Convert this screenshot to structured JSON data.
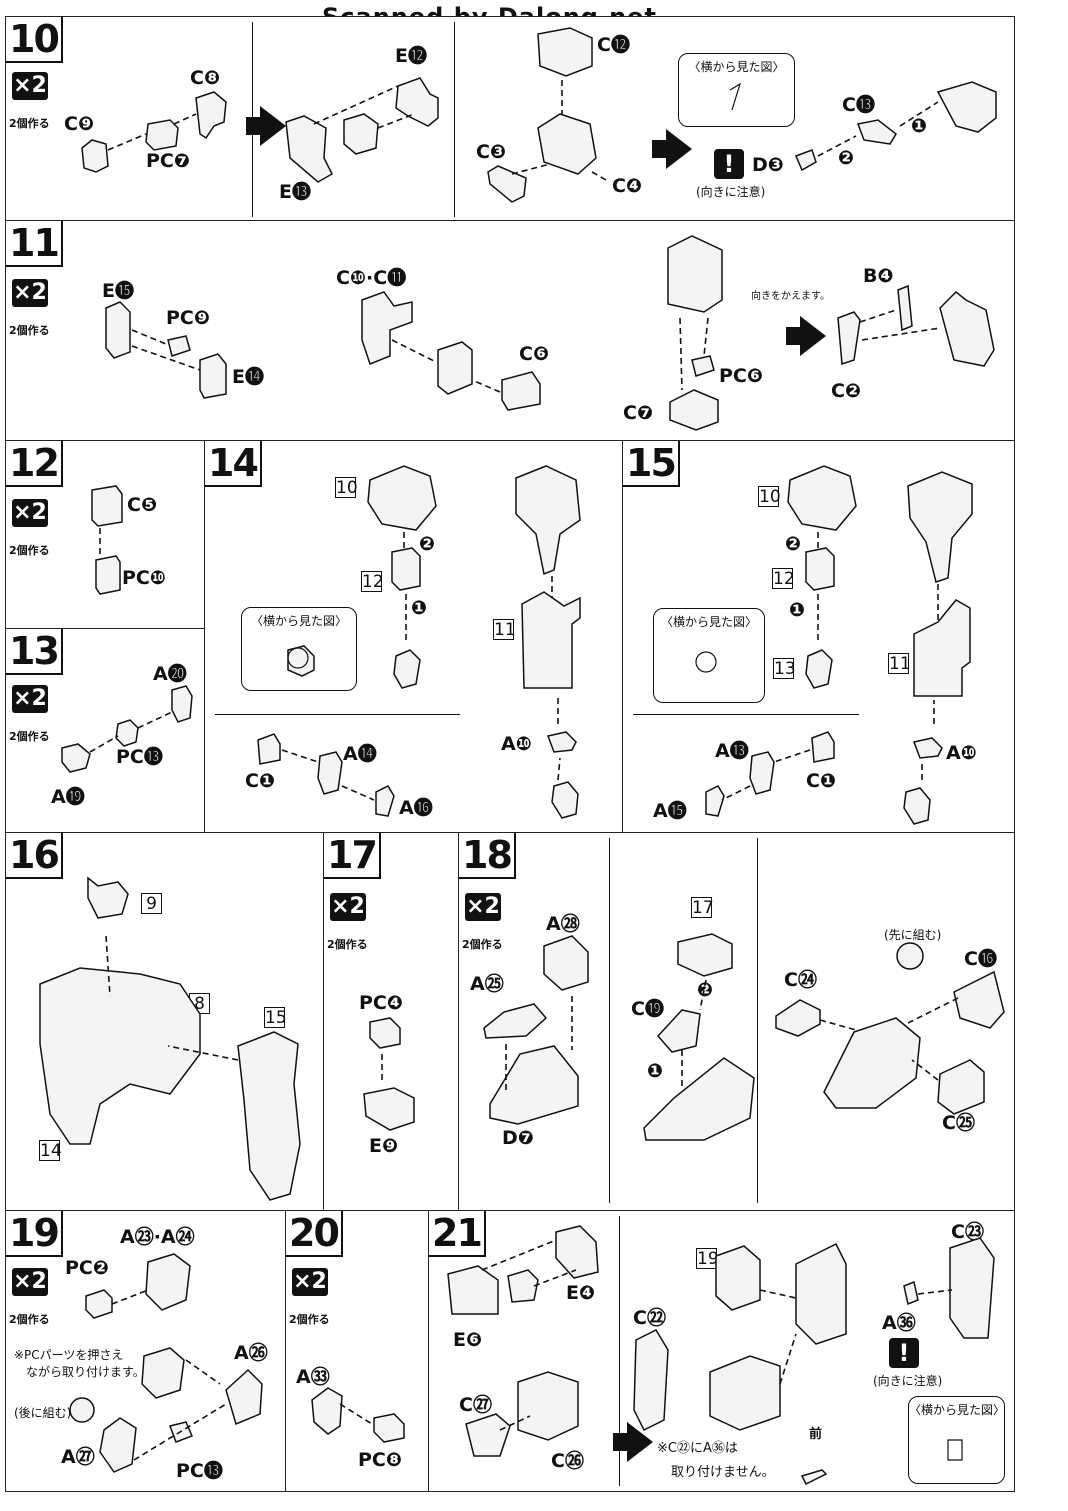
{
  "watermark": "Scanned by Dalong.net",
  "common": {
    "x2": "×2",
    "make_two": "2個作る"
  },
  "steps": {
    "s10": {
      "num": "10",
      "labels": [
        "C❽",
        "C❾",
        "PC❼",
        "E⓬",
        "E⓭",
        "C⓬",
        "C❸",
        "C❹",
        "C⓭",
        "D❸"
      ],
      "bubble": "〈横から見た図〉",
      "caution": "(向きに注意)",
      "order": [
        "❶",
        "❷"
      ]
    },
    "s11": {
      "num": "11",
      "labels": [
        "E⓯",
        "PC❾",
        "E⓮",
        "C❿·C⓫",
        "C❻",
        "PC❻",
        "C❼",
        "B❹",
        "C❷"
      ],
      "note": "向きをかえます。"
    },
    "s12": {
      "num": "12",
      "labels": [
        "C❺",
        "PC❿"
      ]
    },
    "s13": {
      "num": "13",
      "labels": [
        "A⓴",
        "PC⓭",
        "A⓳"
      ]
    },
    "s14": {
      "num": "14",
      "refs": [
        "10",
        "12",
        "11"
      ],
      "labels": [
        "A⓮",
        "C❶",
        "A⓰",
        "A❿"
      ],
      "bubble": "〈横から見た図〉",
      "order": [
        "❷",
        "❶"
      ]
    },
    "s15": {
      "num": "15",
      "refs": [
        "10",
        "12",
        "13",
        "11"
      ],
      "labels": [
        "A⓭",
        "C❶",
        "A⓯",
        "A❿"
      ],
      "bubble": "〈横から見た図〉",
      "order": [
        "❷",
        "❶"
      ]
    },
    "s16": {
      "num": "16",
      "refs": [
        "9",
        "8",
        "15",
        "14"
      ]
    },
    "s17": {
      "num": "17",
      "labels": [
        "PC❹",
        "E❾"
      ]
    },
    "s18": {
      "num": "18",
      "refs": [
        "17"
      ],
      "labels": [
        "A㉘",
        "A㉕",
        "D❼",
        "C⓳",
        "C㉔",
        "C⓰",
        "C㉕"
      ],
      "note": "(先に組む)",
      "order": [
        "❷",
        "❶"
      ]
    },
    "s19": {
      "num": "19",
      "labels": [
        "A㉓·A㉔",
        "PC❷",
        "A㉖",
        "A㉗",
        "PC⓭"
      ],
      "note1": "※PCパーツを押さえ",
      "note2": "ながら取り付けます。",
      "note3": "(後に組む)"
    },
    "s20": {
      "num": "20",
      "labels": [
        "A㉝",
        "PC❽"
      ]
    },
    "s21": {
      "num": "21",
      "refs": [
        "19"
      ],
      "labels": [
        "E❹",
        "E❻",
        "C㉗",
        "C㉖",
        "C㉒",
        "C㉓",
        "A㊱"
      ],
      "caution": "(向きに注意)",
      "bubble": "〈横から見た図〉",
      "front": "前",
      "note1": "※C㉒にA㊱は",
      "note2": "取り付けません。"
    }
  }
}
